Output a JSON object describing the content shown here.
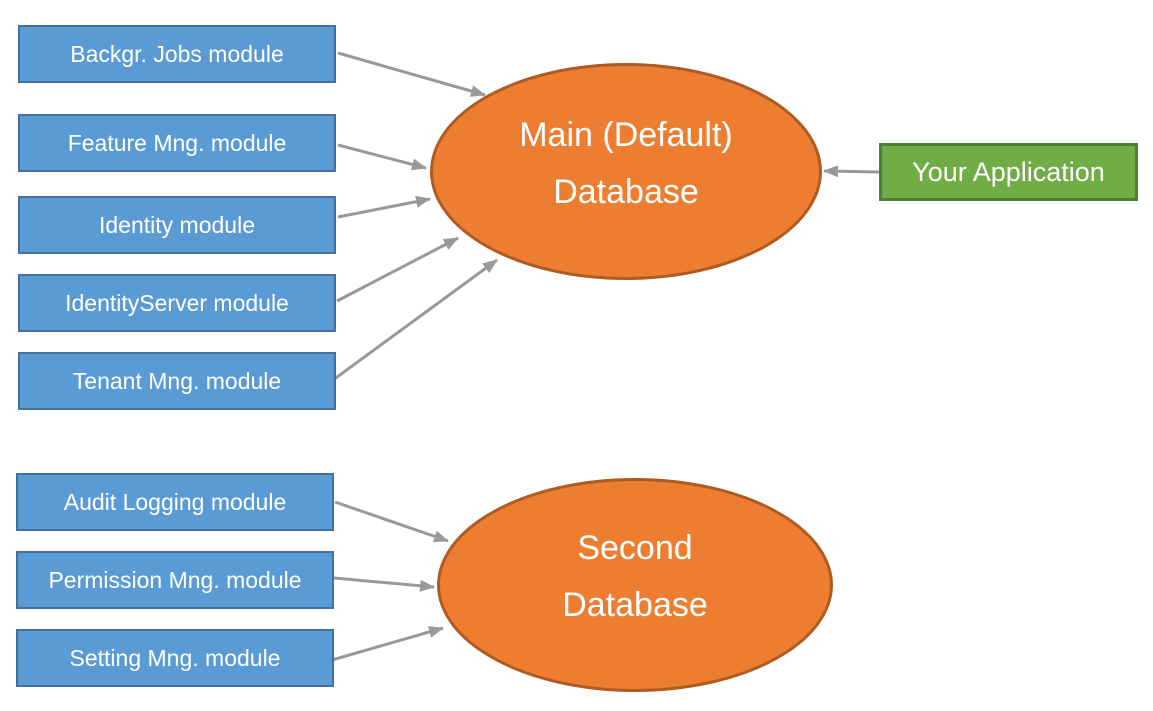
{
  "diagram": {
    "main_modules": [
      {
        "label": "Backgr. Jobs module"
      },
      {
        "label": "Feature Mng. module"
      },
      {
        "label": "Identity module"
      },
      {
        "label": "IdentityServer module"
      },
      {
        "label": "Tenant Mng. module"
      }
    ],
    "second_modules": [
      {
        "label": "Audit Logging module"
      },
      {
        "label": "Permission Mng. module"
      },
      {
        "label": "Setting Mng. module"
      }
    ],
    "main_database": {
      "lines": [
        "Main (Default)",
        "Database"
      ]
    },
    "second_database": {
      "lines": [
        "Second",
        "Database"
      ]
    },
    "application": {
      "label": "Your Application"
    },
    "colors": {
      "module_fill": "#5B9BD5",
      "module_border": "#41719C",
      "database_fill": "#ED7D31",
      "database_border": "#AE5A21",
      "application_fill": "#70AD47",
      "application_border": "#507E32",
      "arrow": "#999999",
      "text": "#FFFFFF"
    }
  }
}
